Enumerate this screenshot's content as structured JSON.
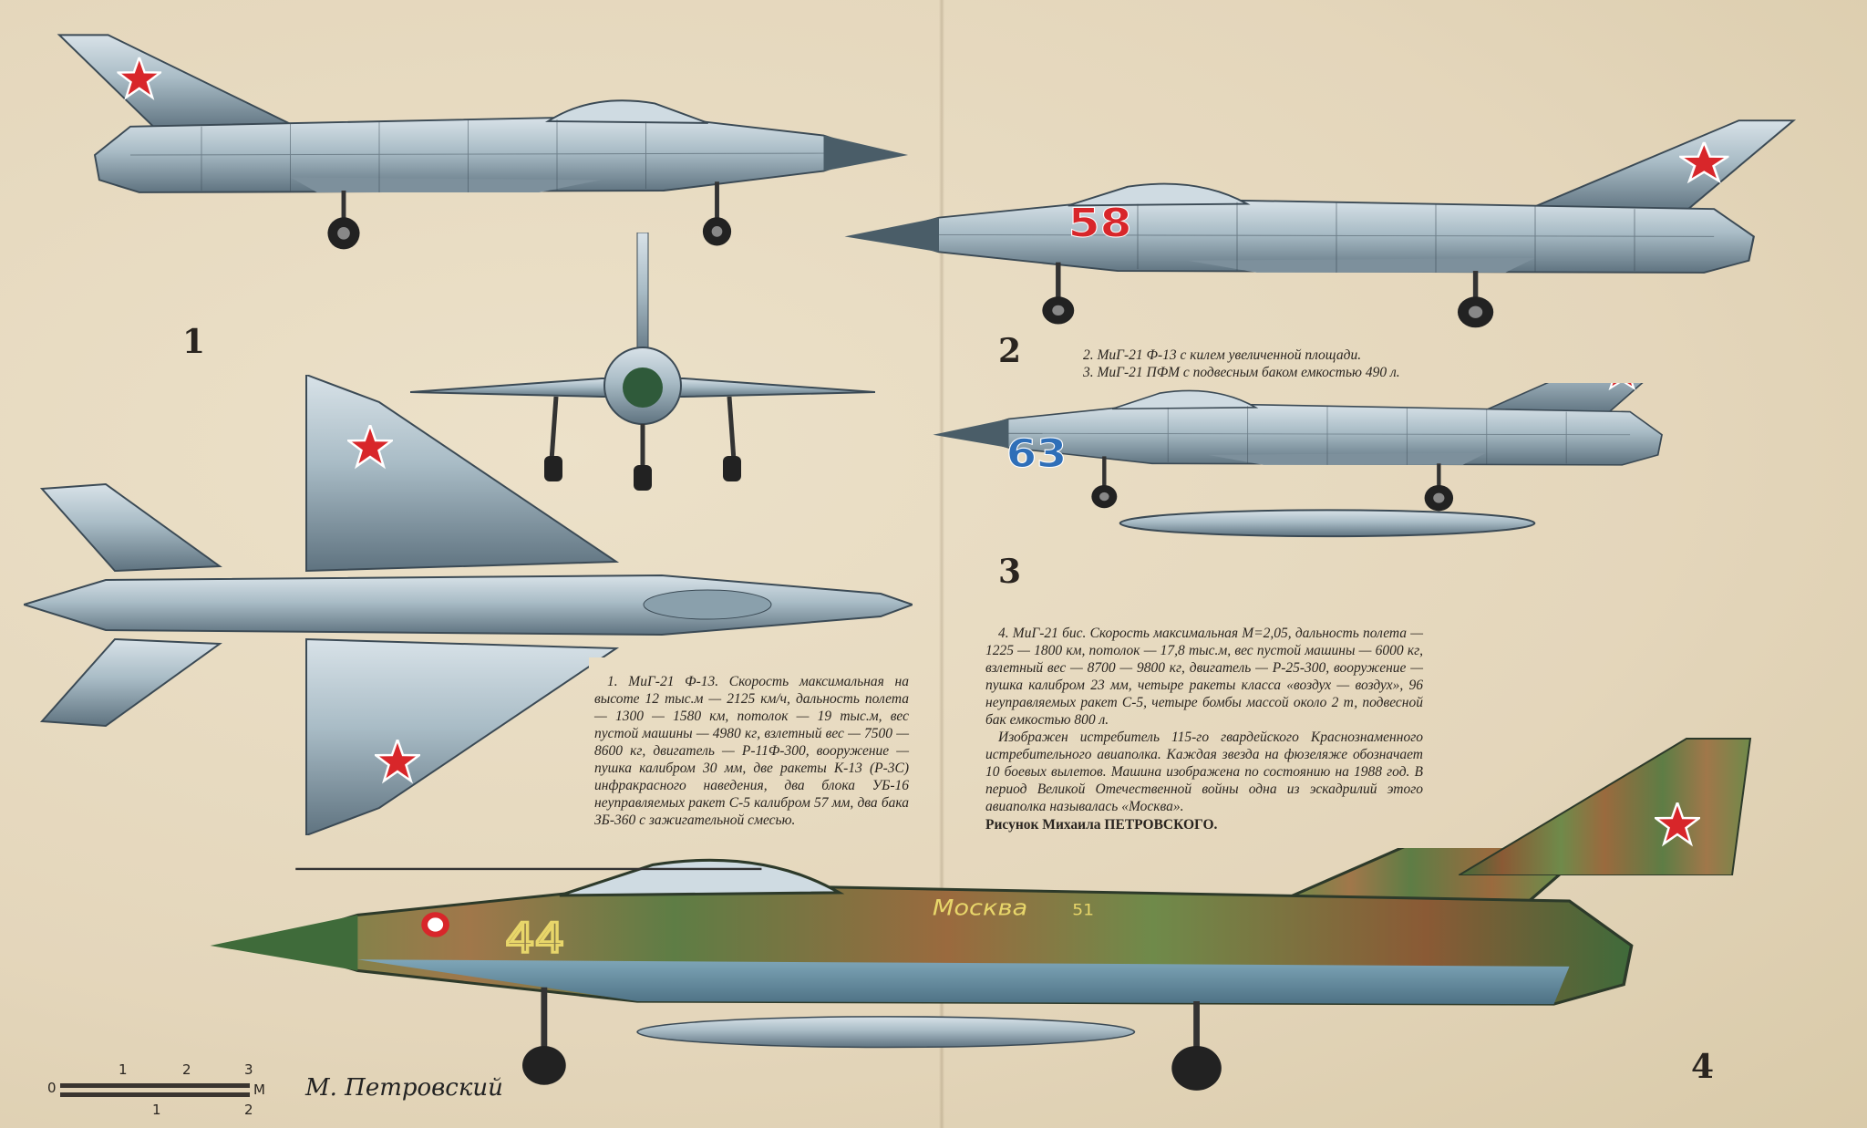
{
  "figure_numbers": [
    "1",
    "2",
    "3",
    "4"
  ],
  "markings": {
    "plane2_number": "58",
    "plane3_number": "63",
    "plane4_number": "44",
    "plane4_name": "Москва",
    "plane4_tail_code": "51"
  },
  "captions": {
    "fig1": "1. МиГ-21 Ф-13. Скорость максимальная на высоте 12 тыс.м — 2125 км/ч, дальность полета — 1300 — 1580 км, потолок — 19 тыс.м, вес пустой машины — 4980 кг, взлетный вес — 7500 — 8600 кг, двигатель — Р-11Ф-300, вооружение — пушка калибром 30 мм, две ракеты К-13 (Р-3С) инфракрасного наведения, два блока УБ-16 неуправляемых ракет С-5 калибром 57 мм, два бака ЗБ-360 с зажигательной смесью.",
    "fig2": "2. МиГ-21 Ф-13 с килем увеличенной площади.",
    "fig3": "3. МиГ-21 ПФМ с подвесным баком емкостью 490 л.",
    "fig4_p1": "4. МиГ-21 бис. Скорость максимальная М=2,05, дальность полета — 1225 — 1800 км, потолок — 17,8 тыс.м, вес пустой машины — 6000 кг, взлетный вес — 8700 — 9800 кг, двигатель — Р-25-300, вооружение — пушка калибром 23 мм, четыре ракеты класса «воздух — воздух», 96 неуправляемых ракет С-5, четыре бомбы массой около 2 т, подвесной бак емкостью 800 л.",
    "fig4_p2": "Изображен истребитель 115-го гвардейского Краснознаменного истребительного авиаполка. Каждая звезда на фюзеляже обозначает 10 боевых вылетов. Машина изображена по состоянию на 1988 год. В период Великой Отечественной войны одна из эскадрилий этого авиаполка называлась «Москва».",
    "credit": "Рисунок Михаила ПЕТРОВСКОГО."
  },
  "scale_bar": {
    "zero": "0",
    "unit": "М",
    "top_ticks": [
      "1",
      "2",
      "3"
    ],
    "bottom_ticks": [
      "1",
      "2"
    ]
  },
  "signature": "М. Петровский",
  "colors": {
    "paper": "#e6d9bf",
    "silver": "#a9bcc6",
    "star_red": "#d8262a",
    "camo_green": "#6f8a4a",
    "camo_brown": "#8a5a35",
    "nose_green": "#3f6b3a"
  }
}
